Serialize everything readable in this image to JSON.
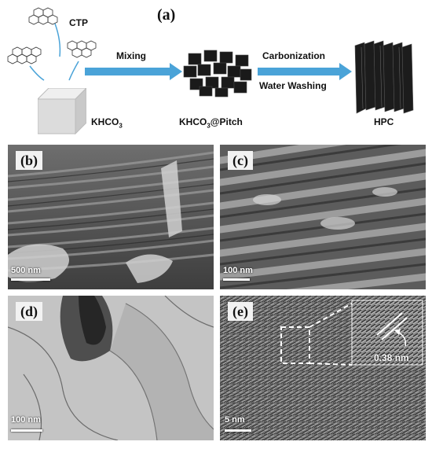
{
  "schematic": {
    "title": "(a)",
    "ctp_label": "CTP",
    "khco3_label": "KHCO",
    "khco3_sub": "3",
    "mixing_label": "Mixing",
    "pitch_label_pre": "KHCO",
    "pitch_label_sub": "3",
    "pitch_label_post": "@Pitch",
    "carbonization_label": "Carbonization",
    "washing_label": "Water Washing",
    "hpc_label": "HPC"
  },
  "panels": {
    "b": {
      "tag": "(b)",
      "scale": "500 nm"
    },
    "c": {
      "tag": "(c)",
      "scale": "100 nm"
    },
    "d": {
      "tag": "(d)",
      "scale": "100 nm"
    },
    "e": {
      "tag": "(e)",
      "scale": "5 nm",
      "inset_spacing": "0.38 nm"
    }
  },
  "colors": {
    "arrow": "#4aa3d8",
    "cube": "#d9d9d9",
    "sem_bg": "#5a5a5a",
    "tem_bg": "#b8b8b8"
  }
}
